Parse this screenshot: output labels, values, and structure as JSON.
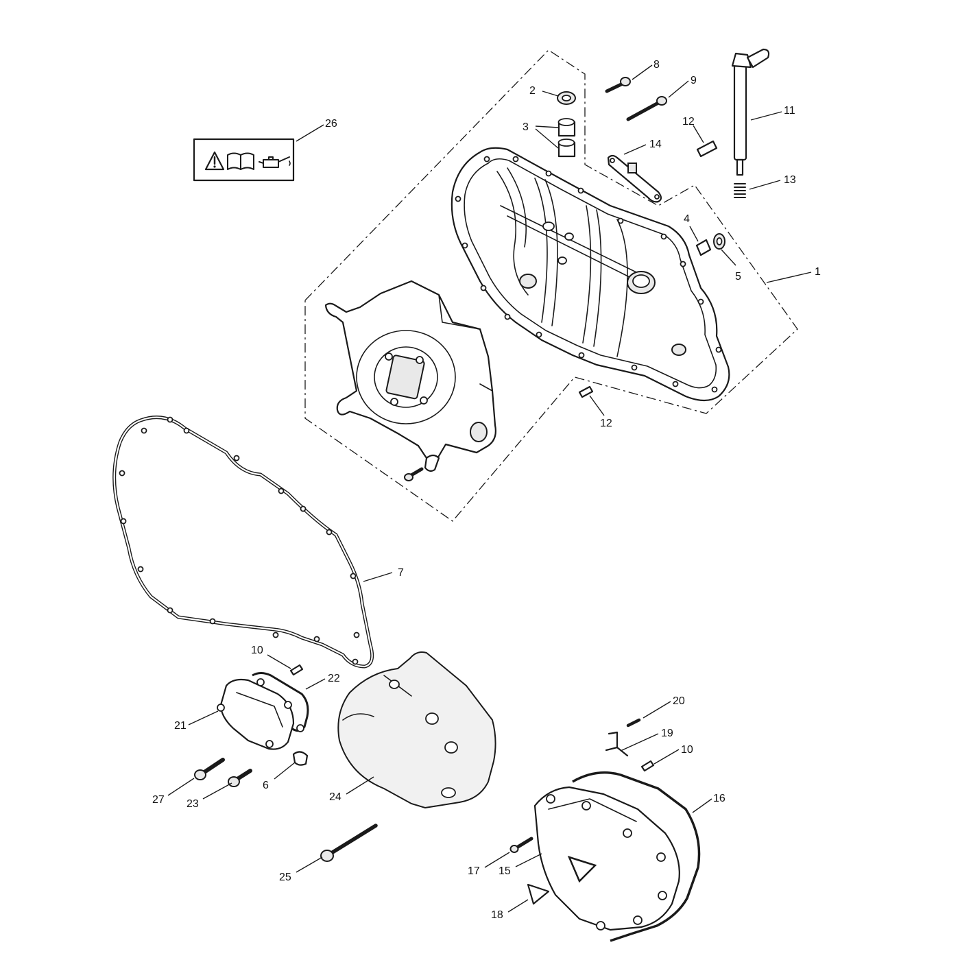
{
  "callouts": [
    {
      "id": "c1",
      "text": "1"
    },
    {
      "id": "c2",
      "text": "2"
    },
    {
      "id": "c3",
      "text": "3"
    },
    {
      "id": "c4",
      "text": "4"
    },
    {
      "id": "c5",
      "text": "5"
    },
    {
      "id": "c6",
      "text": "6"
    },
    {
      "id": "c7",
      "text": "7"
    },
    {
      "id": "c8",
      "text": "8"
    },
    {
      "id": "c9",
      "text": "9"
    },
    {
      "id": "c10a",
      "text": "10"
    },
    {
      "id": "c10b",
      "text": "10"
    },
    {
      "id": "c11",
      "text": "11"
    },
    {
      "id": "c12a",
      "text": "12"
    },
    {
      "id": "c12b",
      "text": "12"
    },
    {
      "id": "c13",
      "text": "13"
    },
    {
      "id": "c14",
      "text": "14"
    },
    {
      "id": "c15",
      "text": "15"
    },
    {
      "id": "c16",
      "text": "16"
    },
    {
      "id": "c17",
      "text": "17"
    },
    {
      "id": "c18",
      "text": "18"
    },
    {
      "id": "c19",
      "text": "19"
    },
    {
      "id": "c20",
      "text": "20"
    },
    {
      "id": "c21",
      "text": "21"
    },
    {
      "id": "c22",
      "text": "22"
    },
    {
      "id": "c23",
      "text": "23"
    },
    {
      "id": "c24",
      "text": "24"
    },
    {
      "id": "c25",
      "text": "25"
    },
    {
      "id": "c26",
      "text": "26"
    },
    {
      "id": "c27",
      "text": "27"
    }
  ],
  "icons": [
    "warning-triangle-icon",
    "manual-book-icon",
    "oil-can-icon"
  ]
}
